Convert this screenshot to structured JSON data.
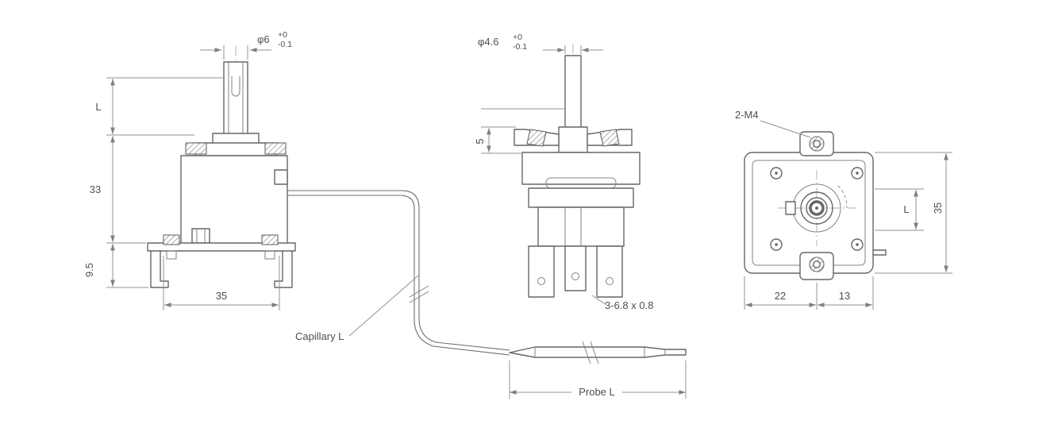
{
  "drawing": {
    "front_view": {
      "shaft_dia": "φ6",
      "shaft_tol_upper": "+0",
      "shaft_tol_lower": "-0.1",
      "dim_shaft_length": "L",
      "dim_body_height": "33",
      "dim_bracket_height": "9.5",
      "dim_bracket_width": "35"
    },
    "side_view": {
      "shaft_dia": "φ4.6",
      "shaft_tol_upper": "+0",
      "shaft_tol_lower": "-0.1",
      "dim_flange": "5",
      "terminal_spec": "3-6.8 x 0.8"
    },
    "rear_view": {
      "mounting_holes": "2-M4",
      "dim_center": "L",
      "dim_height": "35",
      "dim_left": "22",
      "dim_right": "13"
    },
    "capillary": {
      "capillary_label": "Capillary L",
      "probe_label": "Probe L"
    }
  }
}
